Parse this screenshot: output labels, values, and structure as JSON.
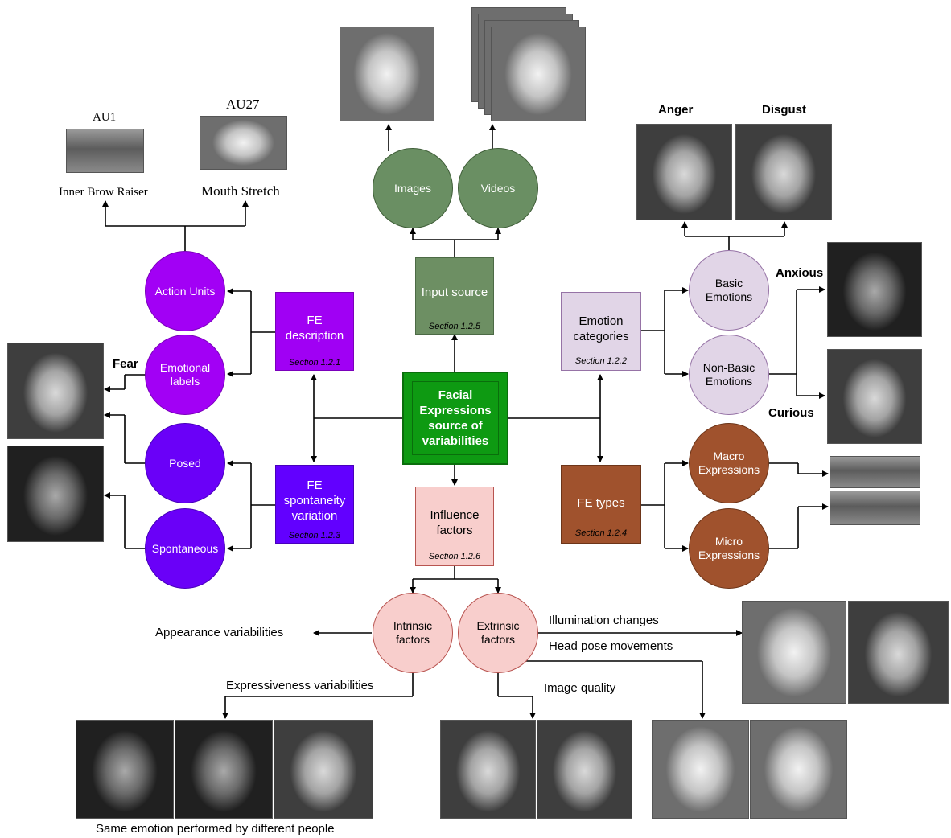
{
  "center": {
    "title": "Facial Expressions source of variabilities"
  },
  "input_source": {
    "title": "Input source",
    "section": "Section 1.2.5"
  },
  "fe_description": {
    "title": "FE description",
    "section": "Section 1.2.1"
  },
  "fe_spontaneity": {
    "title": "FE spontaneity variation",
    "section": "Section 1.2.3"
  },
  "emotion_categories": {
    "title": "Emotion categories",
    "section": "Section 1.2.2"
  },
  "fe_types": {
    "title": "FE types",
    "section": "Section 1.2.4"
  },
  "influence_factors": {
    "title": "Influence factors",
    "section": "Section 1.2.6"
  },
  "nodes": {
    "images": "Images",
    "videos": "Videos",
    "action_units": "Action Units",
    "emotional_labels": "Emotional labels",
    "posed": "Posed",
    "spontaneous": "Spontaneous",
    "basic_emotions": "Basic Emotions",
    "non_basic_emotions": "Non-Basic Emotions",
    "macro_expressions": "Macro Expressions",
    "micro_expressions": "Micro Expressions",
    "intrinsic_factors": "Intrinsic factors",
    "extrinsic_factors": "Extrinsic factors"
  },
  "labels": {
    "au1": "AU1",
    "au27": "AU27",
    "inner_brow_raiser": "Inner Brow Raiser",
    "mouth_stretch": "Mouth Stretch",
    "fear": "Fear",
    "anger": "Anger",
    "disgust": "Disgust",
    "anxious": "Anxious",
    "curious": "Curious",
    "appearance_variabilities": "Appearance variabilities",
    "expressiveness_variabilities": "Expressiveness variabilities",
    "illumination_changes": "Illumination changes",
    "head_pose_movements": "Head pose movements",
    "image_quality": "Image quality",
    "same_emotion_caption": "Same emotion performed by different people"
  },
  "colors": {
    "center_fill": "#0e9a12",
    "center_border": "#0a6e0c",
    "input_fill": "#6d8f63",
    "input_circle": "#6a8f63",
    "purple_box": "#a000f4",
    "violet_box": "#6200ff",
    "purple_circle": "#a200f5",
    "violet_circle": "#6a00f8",
    "lilac_fill": "#e1d5e7",
    "lilac_border": "#9673a6",
    "brown_fill": "#a0522d",
    "pink_fill": "#f8cecc",
    "pink_border": "#b85450"
  }
}
